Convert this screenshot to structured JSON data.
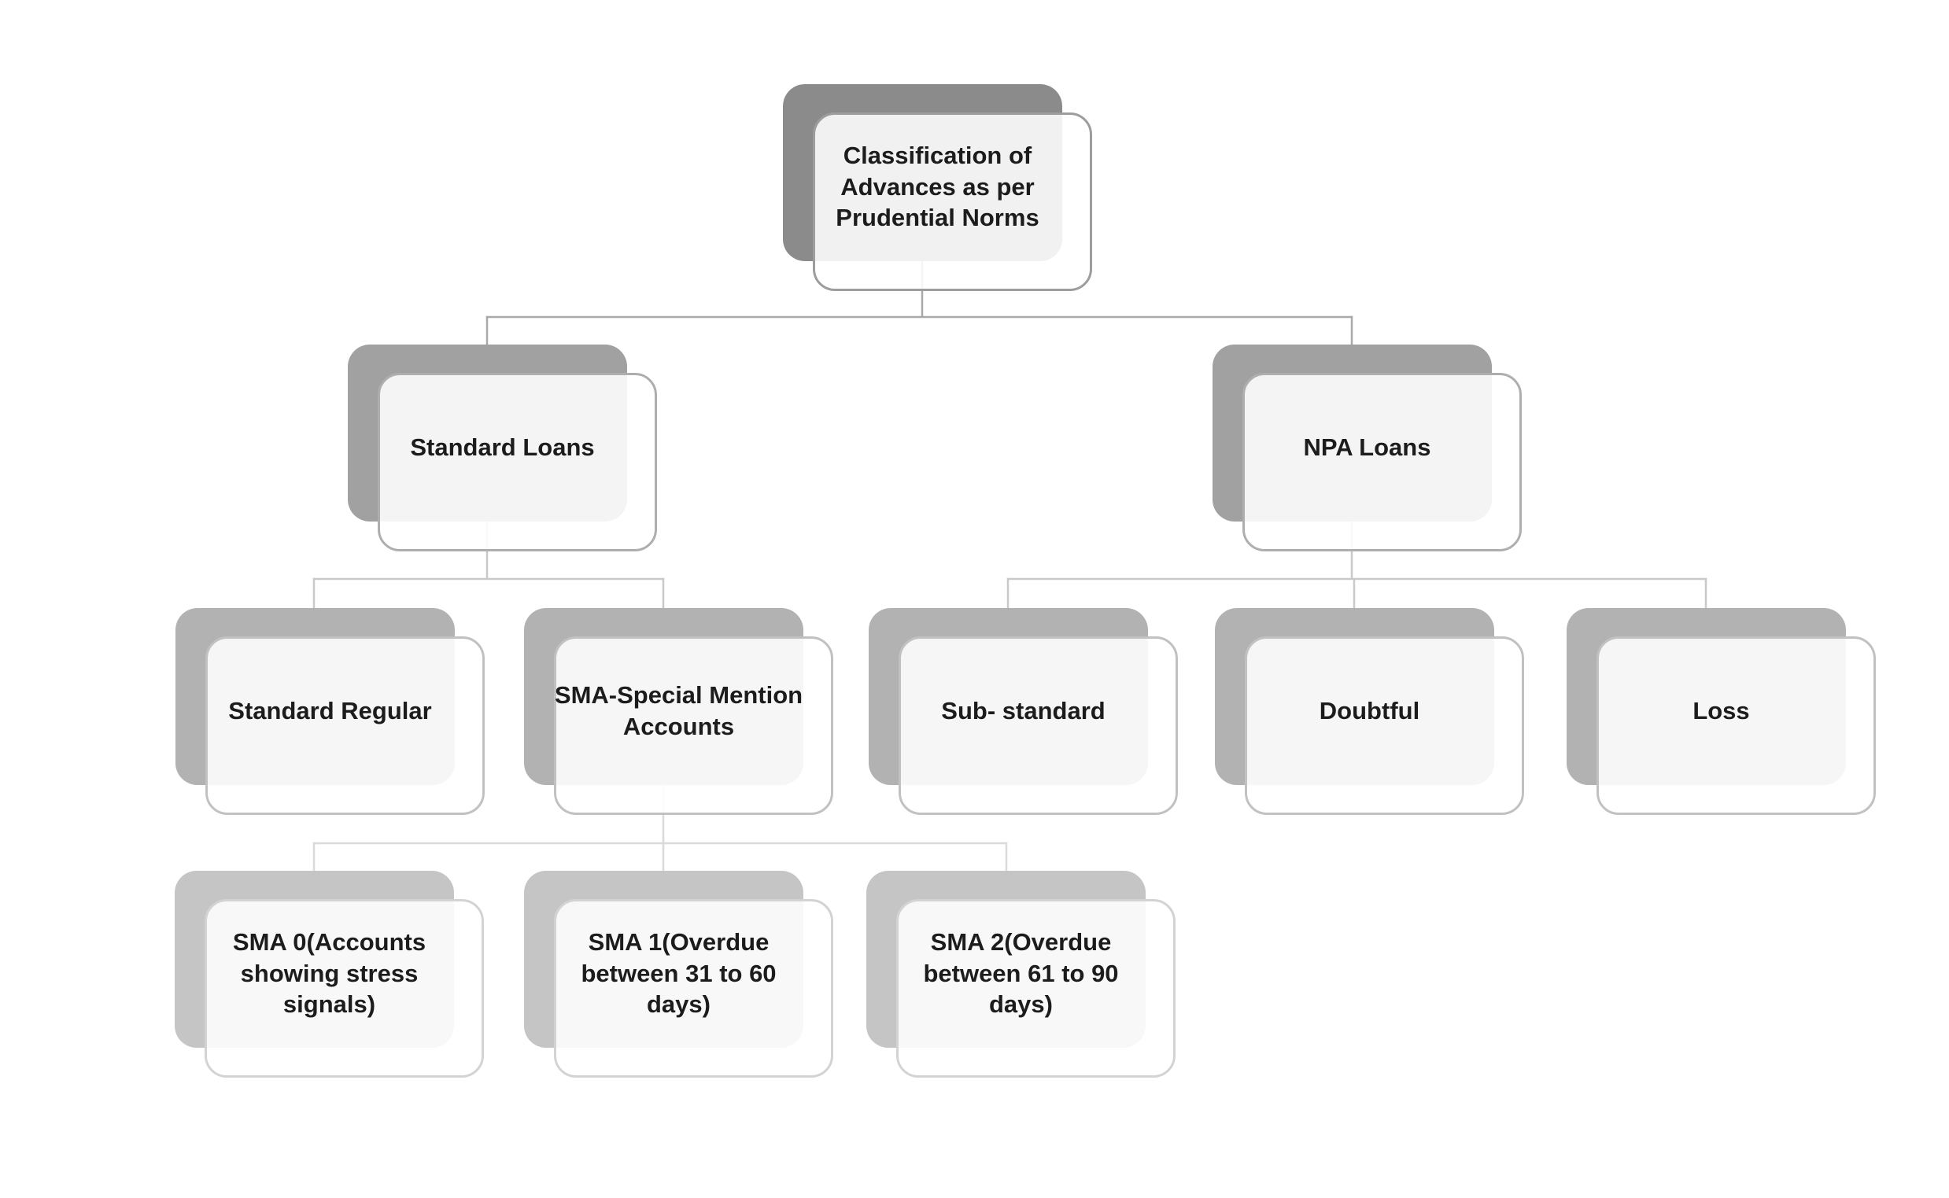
{
  "diagram": {
    "title": "Classification of Advances as per Prudential Norms",
    "type": "hierarchy",
    "root": {
      "label": "Classification of Advances as per Prudential Norms",
      "children": [
        {
          "label": "Standard Loans",
          "children": [
            {
              "label": "Standard Regular"
            },
            {
              "label": "SMA-Special Mention Accounts",
              "children": [
                {
                  "label": "SMA 0(Accounts showing stress signals)"
                },
                {
                  "label": "SMA 1(Overdue between 31 to 60 days)"
                },
                {
                  "label": "SMA 2(Overdue between 61 to 90 days)"
                }
              ]
            }
          ]
        },
        {
          "label": "NPA Loans",
          "children": [
            {
              "label": "Sub- standard"
            },
            {
              "label": "Doubtful"
            },
            {
              "label": "Loss"
            }
          ]
        }
      ]
    },
    "colors": {
      "background": "#ffffff",
      "text": "#1c1c1c",
      "level1_shadow": "#8b8b8b",
      "level2_shadow": "#a1a1a1",
      "level3_shadow": "#b2b2b2",
      "level4_shadow": "#c5c5c5",
      "connector_level1": "#a9a9a9",
      "connector_level2": "#c9c9c9",
      "connector_level3": "#dadada"
    }
  }
}
